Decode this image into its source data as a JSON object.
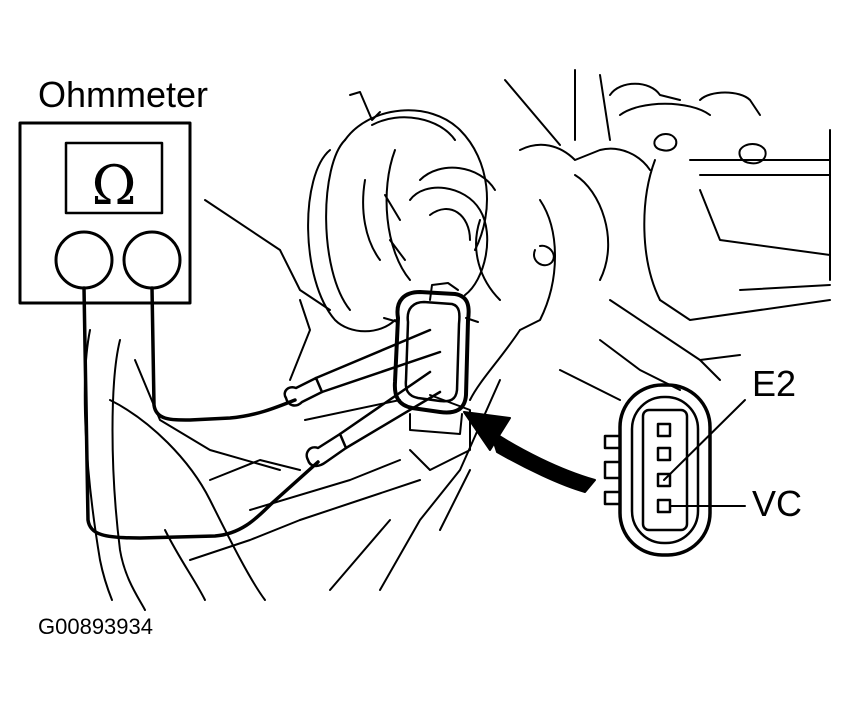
{
  "labels": {
    "ohmmeter": "Ohmmeter",
    "meter_symbol": "Ω",
    "terminal_e2": "E2",
    "terminal_vc": "VC",
    "figure_code": "G00893934"
  },
  "colors": {
    "ink": "#000000",
    "paper": "#ffffff"
  },
  "icons": [
    "ohmmeter-icon",
    "connector-face-icon",
    "pointer-arrow-icon"
  ]
}
